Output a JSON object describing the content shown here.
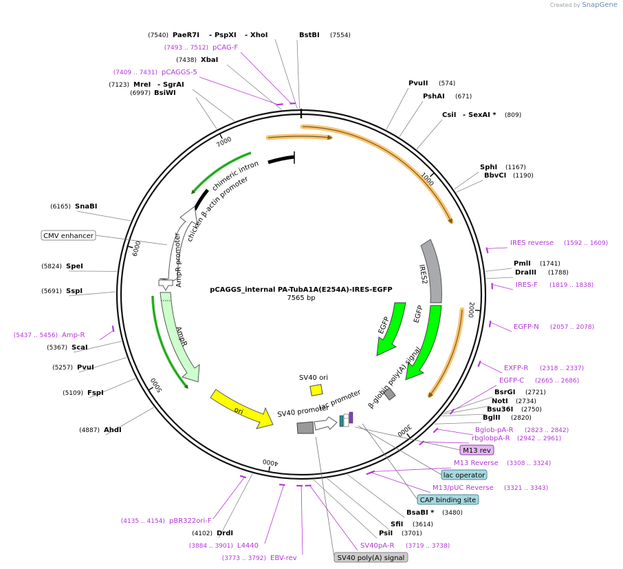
{
  "app": {
    "credit_prefix": "Created by",
    "credit_brand": "SnapGene"
  },
  "plasmid": {
    "name": "pCAGGS_internal PA-TubA1A(E254A)-IRES-EGFP",
    "length_label": "7565 bp",
    "length": 7565
  },
  "colors": {
    "primer": "#b535d8",
    "enzyme_line": "#888888",
    "orange_feature": "#f6b046",
    "green_arrow": "#44cc44",
    "yellow_ori": "#ffff00",
    "promoter_white": "#ffffff",
    "ampr_light_green": "#ccffcc",
    "egfp_green": "#00ff00",
    "gray_box": "#999999"
  },
  "ticks": [
    {
      "label": "1000",
      "pos": 1000
    },
    {
      "label": "2000",
      "pos": 2000
    },
    {
      "label": "3000",
      "pos": 3000
    },
    {
      "label": "4000",
      "pos": 4000
    },
    {
      "label": "5000",
      "pos": 5000
    },
    {
      "label": "6000",
      "pos": 6000
    },
    {
      "label": "7000",
      "pos": 7000
    }
  ],
  "enzymes": [
    {
      "name": "PaeR7I",
      "pos_text": "(7540)",
      "pos": 7540
    },
    {
      "name": "PspXI",
      "pos_text": "",
      "pos": 7540
    },
    {
      "name": "XhoI",
      "pos_text": "",
      "pos": 7540
    },
    {
      "name": "BstBI",
      "pos_text": "(7554)",
      "pos": 7554
    },
    {
      "name": "XbaI",
      "pos_text": "(7438)",
      "pos": 7438
    },
    {
      "name": "MreI",
      "pos_text": "(7123)",
      "pos": 7123
    },
    {
      "name": "SgrAI",
      "pos_text": "",
      "pos": 7123
    },
    {
      "name": "BsiWI",
      "pos_text": "(6997)",
      "pos": 6997
    },
    {
      "name": "PvuII",
      "pos_text": "(574)",
      "pos": 574
    },
    {
      "name": "PshAI",
      "pos_text": "(671)",
      "pos": 671
    },
    {
      "name": "CsiI",
      "pos_text": "",
      "pos": 809
    },
    {
      "name": "SexAI *",
      "pos_text": "(809)",
      "pos": 809
    },
    {
      "name": "SphI",
      "pos_text": "(1167)",
      "pos": 1167
    },
    {
      "name": "BbvCI",
      "pos_text": "(1190)",
      "pos": 1190
    },
    {
      "name": "PmlI",
      "pos_text": "(1741)",
      "pos": 1741
    },
    {
      "name": "DraIII",
      "pos_text": "(1788)",
      "pos": 1788
    },
    {
      "name": "BsrGI",
      "pos_text": "(2721)",
      "pos": 2721
    },
    {
      "name": "NotI",
      "pos_text": "(2734)",
      "pos": 2734
    },
    {
      "name": "Bsu36I",
      "pos_text": "(2750)",
      "pos": 2750
    },
    {
      "name": "BglII",
      "pos_text": "(2820)",
      "pos": 2820
    },
    {
      "name": "BsaBI *",
      "pos_text": "(3480)",
      "pos": 3480
    },
    {
      "name": "SfiI",
      "pos_text": "(3614)",
      "pos": 3614
    },
    {
      "name": "PsiI",
      "pos_text": "(3701)",
      "pos": 3701
    },
    {
      "name": "DrdI",
      "pos_text": "(4102)",
      "pos": 4102
    },
    {
      "name": "AhdI",
      "pos_text": "(4887)",
      "pos": 4887
    },
    {
      "name": "FspI",
      "pos_text": "(5109)",
      "pos": 5109
    },
    {
      "name": "PvuI",
      "pos_text": "(5257)",
      "pos": 5257
    },
    {
      "name": "ScaI",
      "pos_text": "(5367)",
      "pos": 5367
    },
    {
      "name": "SspI",
      "pos_text": "(5691)",
      "pos": 5691
    },
    {
      "name": "SpeI",
      "pos_text": "(5824)",
      "pos": 5824
    },
    {
      "name": "SnaBI",
      "pos_text": "(6165)",
      "pos": 6165
    }
  ],
  "primers": [
    {
      "name": "pCAG-F",
      "range": "(7493 .. 7512)",
      "start": 7493,
      "end": 7512
    },
    {
      "name": "pCAGGS-5",
      "range": "(7409 .. 7431)",
      "start": 7409,
      "end": 7431
    },
    {
      "name": "IRES reverse",
      "range": "(1592 .. 1609)",
      "start": 1592,
      "end": 1609
    },
    {
      "name": "IRES-F",
      "range": "(1819 .. 1838)",
      "start": 1819,
      "end": 1838
    },
    {
      "name": "EGFP-N",
      "range": "(2057 .. 2078)",
      "start": 2057,
      "end": 2078
    },
    {
      "name": "EXFP-R",
      "range": "(2318 .. 2337)",
      "start": 2318,
      "end": 2337
    },
    {
      "name": "EGFP-C",
      "range": "(2665 .. 2686)",
      "start": 2665,
      "end": 2686
    },
    {
      "name": "Bglob-pA-R",
      "range": "(2823 .. 2842)",
      "start": 2823,
      "end": 2842
    },
    {
      "name": "rbglobpA-R",
      "range": "(2942 .. 2961)",
      "start": 2942,
      "end": 2961
    },
    {
      "name": "M13 Reverse",
      "range": "(3308 .. 3324)",
      "start": 3308,
      "end": 3324
    },
    {
      "name": "M13/pUC Reverse",
      "range": "(3321 .. 3343)",
      "start": 3321,
      "end": 3343
    },
    {
      "name": "SV40pA-R",
      "range": "(3719 .. 3738)",
      "start": 3719,
      "end": 3738
    },
    {
      "name": "EBV-rev",
      "range": "(3773 .. 3792)",
      "start": 3773,
      "end": 3792
    },
    {
      "name": "L4440",
      "range": "(3884 .. 3901)",
      "start": 3884,
      "end": 3901
    },
    {
      "name": "pBR322ori-F",
      "range": "(4135 .. 4154)",
      "start": 4135,
      "end": 4154
    },
    {
      "name": "Amp-R",
      "range": "(5437 .. 5456)",
      "start": 5437,
      "end": 5456
    }
  ],
  "boxed_labels": [
    {
      "text": "CMV enhancer",
      "style": "white"
    },
    {
      "text": "M13 rev",
      "style": "purple"
    },
    {
      "text": "lac operator",
      "style": "teal"
    },
    {
      "text": "CAP binding site",
      "style": "teal"
    },
    {
      "text": "SV40 poly(A) signal",
      "style": "gray"
    }
  ],
  "features": [
    {
      "name": "IRES2",
      "start": 1620,
      "end": 2207
    },
    {
      "name": "EGFP",
      "start": 2208,
      "end": 2927
    },
    {
      "name": "EGFP",
      "start": 2208,
      "end": 2927
    },
    {
      "name": "β-globin poly(A) signal",
      "start": 2940,
      "end": 3000
    },
    {
      "name": "lac promoter",
      "start": 3200,
      "end": 3300
    },
    {
      "name": "SV40 promoter",
      "start": 3540,
      "end": 3700
    },
    {
      "name": "SV40 ori",
      "start": 3550,
      "end": 3680
    },
    {
      "name": "ori",
      "start": 4080,
      "end": 4670
    },
    {
      "name": "AmpR",
      "start": 4840,
      "end": 5700
    },
    {
      "name": "AmpR promoter",
      "start": 5700,
      "end": 5805
    },
    {
      "name": "chicken β-actin promoter",
      "start": 6080,
      "end": 6360
    },
    {
      "name": "chimeric intron",
      "start": 6360,
      "end": 7380
    }
  ]
}
